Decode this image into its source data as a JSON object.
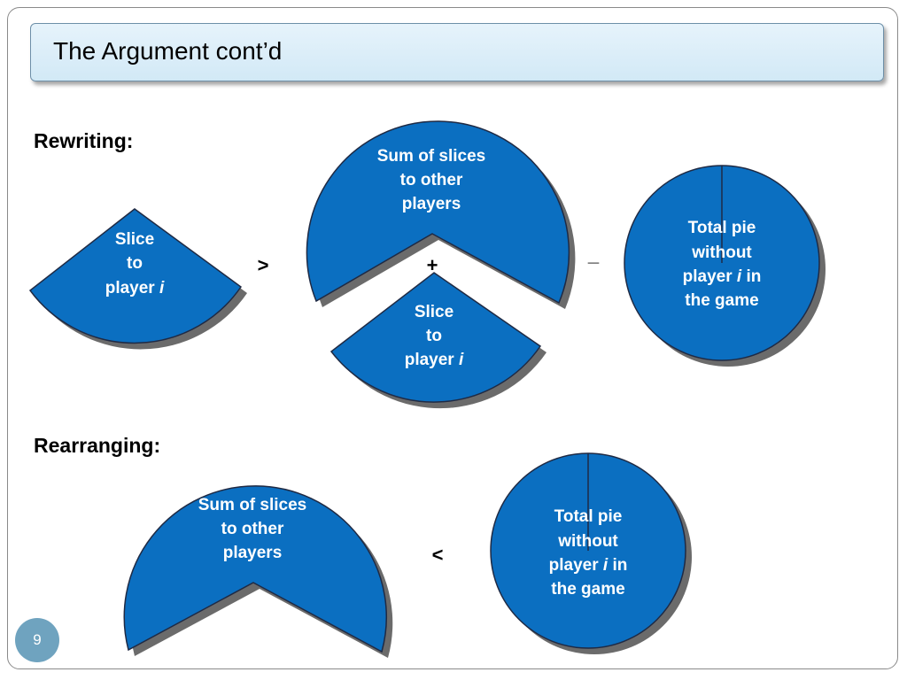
{
  "slide": {
    "title": "The Argument cont’d",
    "page_number": "9"
  },
  "sections": {
    "rewriting_label": "Rewriting:",
    "rearranging_label": "Rearranging:"
  },
  "operators": {
    "greater_than": ">",
    "plus": "+",
    "minus": "_",
    "less_than": "<"
  },
  "pies": {
    "slice_to_player": {
      "line1": "Slice",
      "line2": "to",
      "line3_prefix": "player ",
      "line3_italic": "i"
    },
    "sum_of_slices": {
      "line1": "Sum of slices",
      "line2": "to other",
      "line3": "players"
    },
    "total_pie": {
      "line1": "Total pie",
      "line2": "without",
      "line3_prefix": "player ",
      "line3_italic": "i",
      "line3_suffix": " in",
      "line4": "the game"
    },
    "total_pie_bottom": {
      "line1": "Total pie",
      "line2": "without",
      "line3_prefix": "player ",
      "line3_italic": "i",
      "line3_suffix": " in",
      "line4": "the game"
    }
  },
  "colors": {
    "pie_fill": "#0b6fc1",
    "pie_stroke": "#1f2a44",
    "shadow": "#6b6b6b",
    "title_banner": "#d9eef8",
    "page_badge": "#6fa3bf"
  }
}
